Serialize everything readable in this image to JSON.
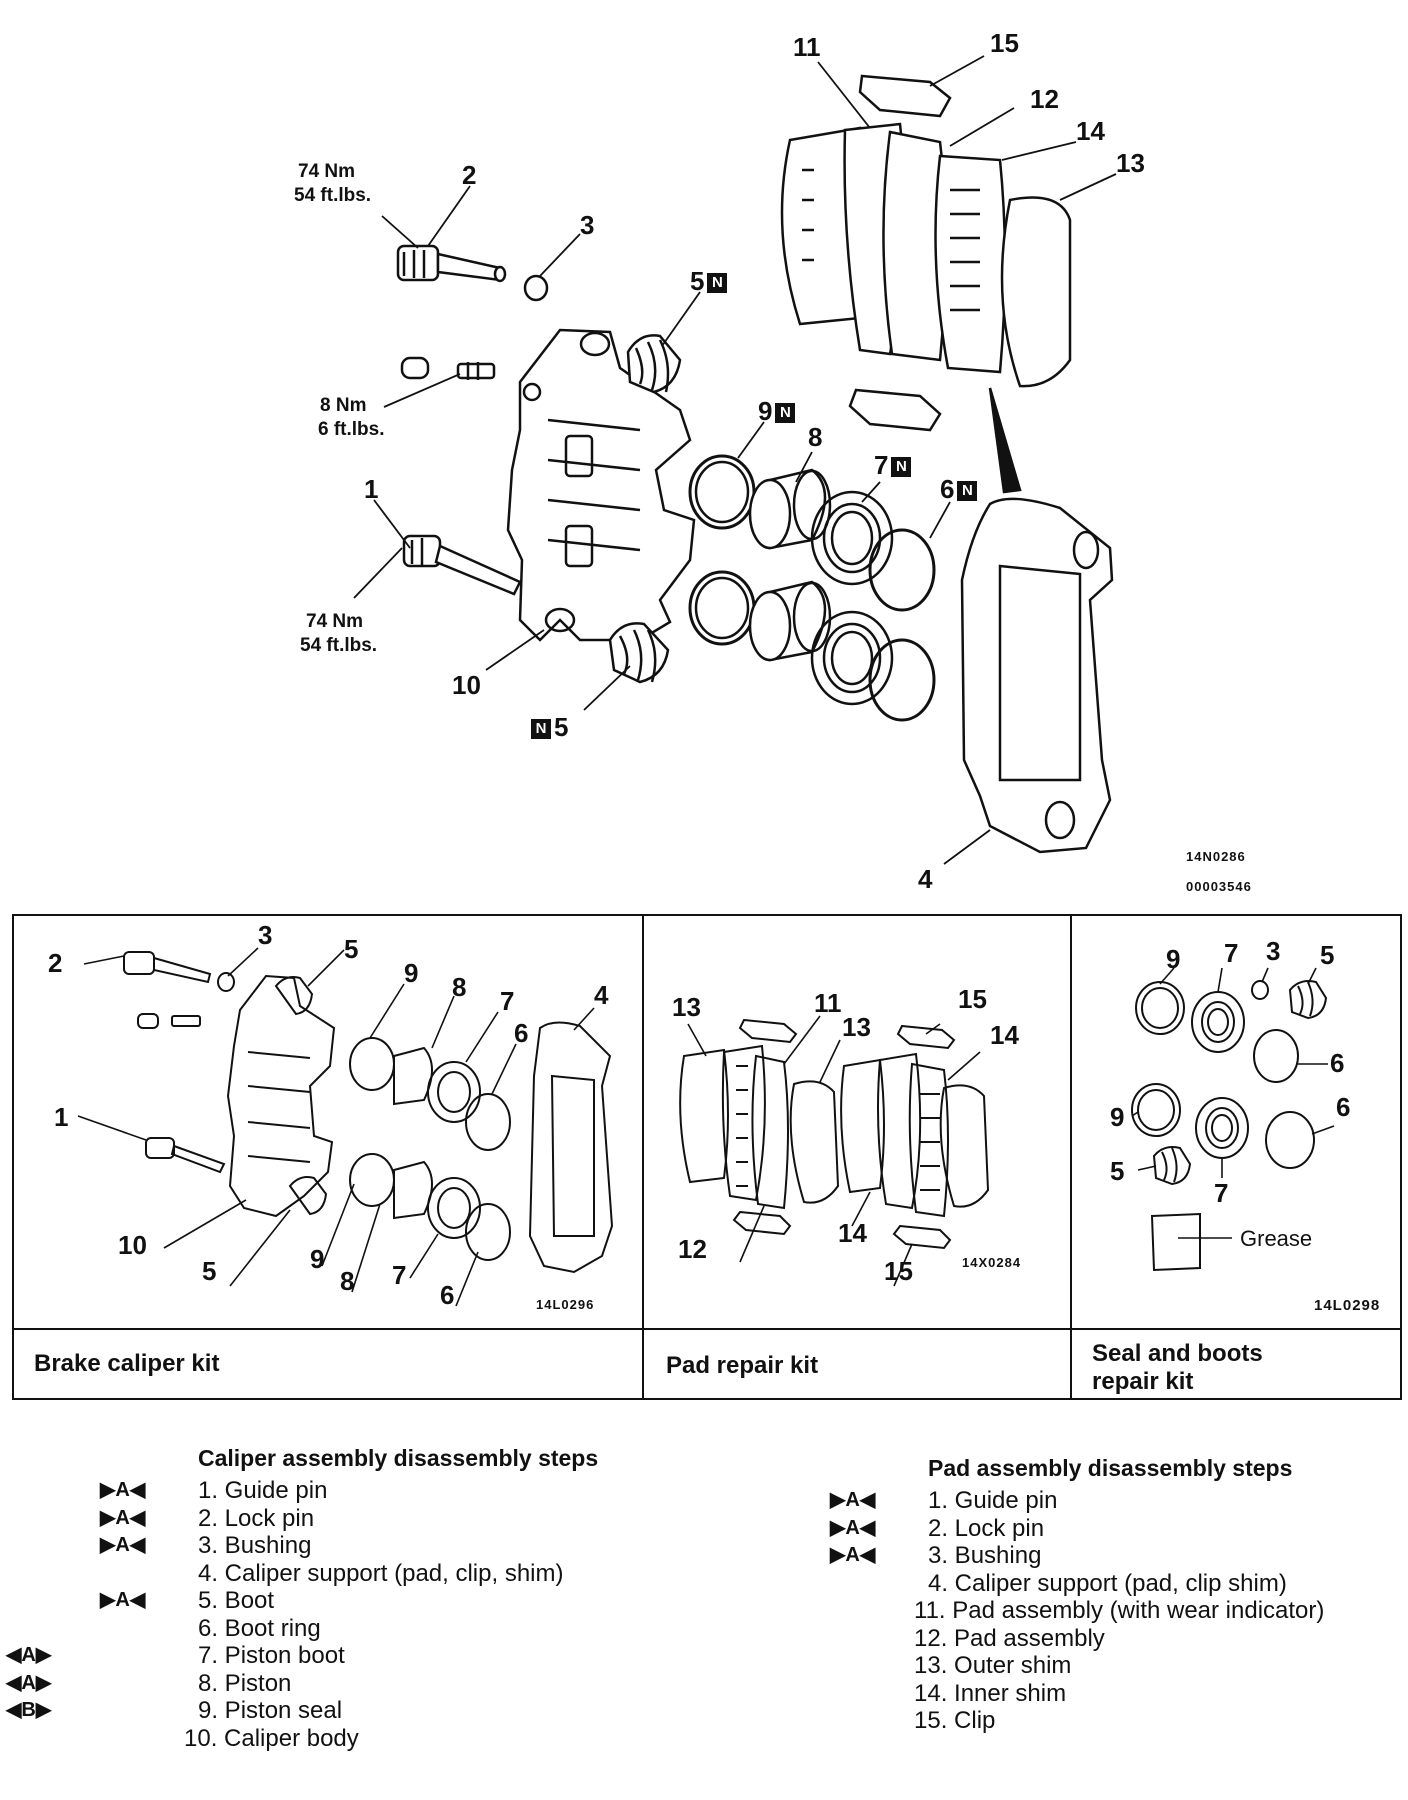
{
  "main_diagram": {
    "labels": {
      "p1": "1",
      "p2": "2",
      "p3": "3",
      "p4": "4",
      "p5a": "5",
      "p5b": "5",
      "p6": "6",
      "p7": "7",
      "p8": "8",
      "p9": "9",
      "p10": "10",
      "p11": "11",
      "p12": "12",
      "p13": "13",
      "p14": "14",
      "p15": "15"
    },
    "torque_top_nm": "74 Nm",
    "torque_top_ft": "54 ft.lbs.",
    "torque_mid_nm": "8 Nm",
    "torque_mid_ft": "6 ft.lbs.",
    "torque_bot_nm": "74 Nm",
    "torque_bot_ft": "54 ft.lbs.",
    "new_part_symbol": "N",
    "code_1": "14N0286",
    "code_2": "00003546"
  },
  "kits": [
    {
      "caption": "Brake caliper kit",
      "code": "14L0296",
      "labels": [
        "1",
        "2",
        "3",
        "4",
        "5",
        "5",
        "6",
        "6",
        "7",
        "7",
        "8",
        "8",
        "9",
        "9",
        "10"
      ]
    },
    {
      "caption": "Pad repair kit",
      "code": "14X0284",
      "labels": [
        "11",
        "12",
        "13",
        "13",
        "14",
        "14",
        "15",
        "15"
      ]
    },
    {
      "caption": "Seal and boots repair kit",
      "code": "14L0298",
      "labels": [
        "3",
        "5",
        "5",
        "6",
        "6",
        "7",
        "7",
        "9",
        "9"
      ],
      "grease": "Grease"
    }
  ],
  "caliper_steps": {
    "heading": "Caliper assembly disassembly steps",
    "items": [
      {
        "mark": "▶A◀",
        "text": "1. Guide pin"
      },
      {
        "mark": "▶A◀",
        "text": "2. Lock pin"
      },
      {
        "mark": "▶A◀",
        "text": "3. Bushing"
      },
      {
        "mark": "",
        "text": "4. Caliper support (pad, clip, shim)"
      },
      {
        "mark": "▶A◀",
        "text": "5. Boot"
      },
      {
        "mark": "",
        "text": "6. Boot ring"
      },
      {
        "mark": "◀A▶",
        "text": "7. Piston boot"
      },
      {
        "mark": "◀A▶",
        "text": "8. Piston"
      },
      {
        "mark": "◀B▶",
        "text": "9. Piston seal"
      },
      {
        "mark": "",
        "text": "10. Caliper body"
      }
    ]
  },
  "pad_steps": {
    "heading": "Pad assembly disassembly steps",
    "items": [
      {
        "mark": "▶A◀",
        "text": "1. Guide pin"
      },
      {
        "mark": "▶A◀",
        "text": "2. Lock pin"
      },
      {
        "mark": "▶A◀",
        "text": "3. Bushing"
      },
      {
        "mark": "",
        "text": "4. Caliper support (pad, clip shim)"
      },
      {
        "mark": "",
        "text": "11. Pad assembly (with wear indicator)"
      },
      {
        "mark": "",
        "text": "12. Pad assembly"
      },
      {
        "mark": "",
        "text": "13. Outer shim"
      },
      {
        "mark": "",
        "text": "14. Inner shim"
      },
      {
        "mark": "",
        "text": "15. Clip"
      }
    ]
  }
}
